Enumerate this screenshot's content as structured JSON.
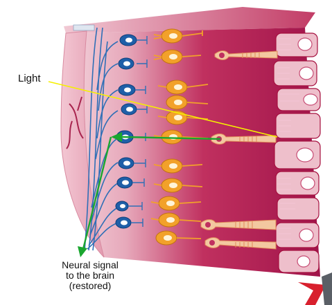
{
  "labels": {
    "light": "Light",
    "signal_line1": "Neural signal",
    "signal_line2": "to the brain",
    "signal_line3": "(restored)"
  },
  "colors": {
    "tissue_dark": "#a0144a",
    "tissue_mid": "#c8476e",
    "tissue_light": "#eebfcb",
    "nerve_fiber": "#2f6fb6",
    "ganglion_cell": "#1f5fa8",
    "bipolar_cell": "#f2a12a",
    "photoreceptor": "#f3c8a0",
    "light_ray": "#f5f000",
    "signal_arrow": "#1aa62f",
    "logo_red": "#d8202e"
  }
}
